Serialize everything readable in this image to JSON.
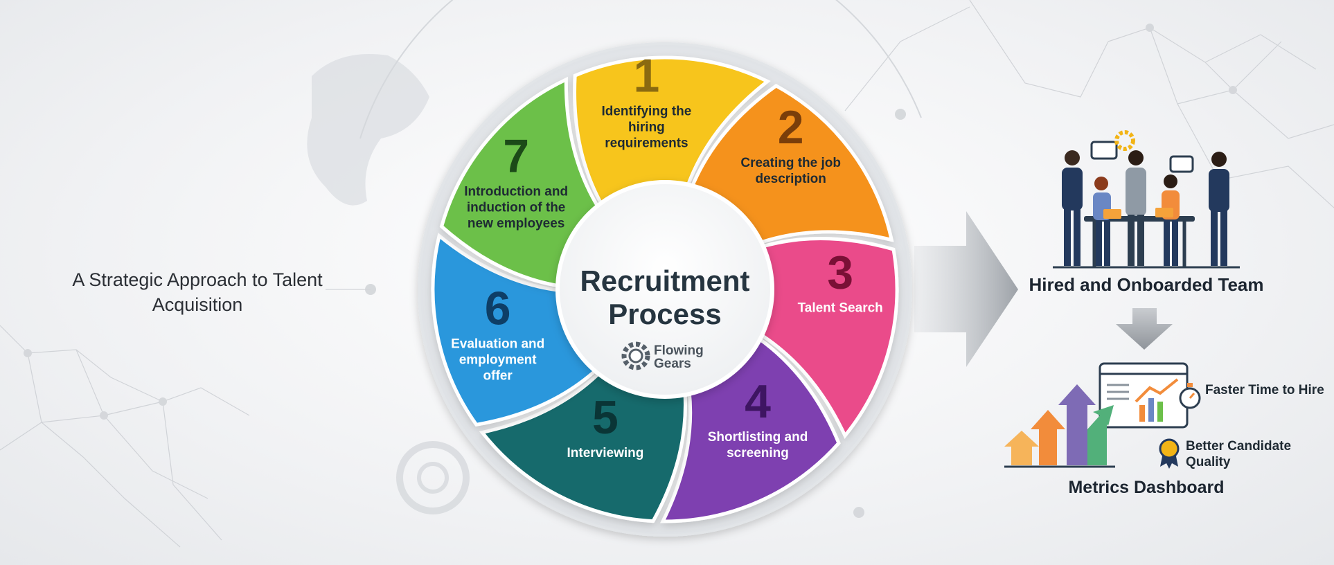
{
  "diagram": {
    "title_line1": "Recruitment",
    "title_line2": "Process",
    "brand_line1": "Flowing",
    "brand_line2": "Gears",
    "tagline": "A Strategic Approach to Talent Acquisition",
    "steps": [
      {
        "number": "1",
        "lines": [
          "Identifying the",
          "hiring",
          "requirements"
        ],
        "color": "#f7c51e",
        "text_color": "#1e2a33",
        "num_color": "#8a6a10"
      },
      {
        "number": "2",
        "lines": [
          "Creating the job",
          "description"
        ],
        "color": "#f5921f",
        "text_color": "#1e2a33",
        "num_color": "#7a3e0a"
      },
      {
        "number": "3",
        "lines": [
          "Talent Search"
        ],
        "color": "#ea4b8a",
        "text_color": "#ffffff",
        "num_color": "#7a1036"
      },
      {
        "number": "4",
        "lines": [
          "Shortlisting and",
          "screening"
        ],
        "color": "#7e3fb0",
        "text_color": "#ffffff",
        "num_color": "#3e1562"
      },
      {
        "number": "5",
        "lines": [
          "Interviewing"
        ],
        "color": "#136b6c",
        "text_color": "#ffffff",
        "num_color": "#0a3536"
      },
      {
        "number": "6",
        "lines": [
          "Evaluation and",
          "employment",
          "offer"
        ],
        "color": "#2c97dc",
        "text_color": "#ffffff",
        "num_color": "#0e3e66"
      },
      {
        "number": "7",
        "lines": [
          "Introduction and",
          "induction of the",
          "new employees"
        ],
        "color": "#6cc04a",
        "text_color": "#1e2a33",
        "num_color": "#1c4a18"
      }
    ]
  },
  "outcome": {
    "team_caption": "Hired and Onboarded Team",
    "dashboard_caption": "Metrics Dashboard",
    "metrics": [
      {
        "label": "Faster Time to Hire",
        "icon": "stopwatch-icon"
      },
      {
        "label": "Better Candidate Quality",
        "icon": "award-ribbon-icon"
      }
    ]
  }
}
